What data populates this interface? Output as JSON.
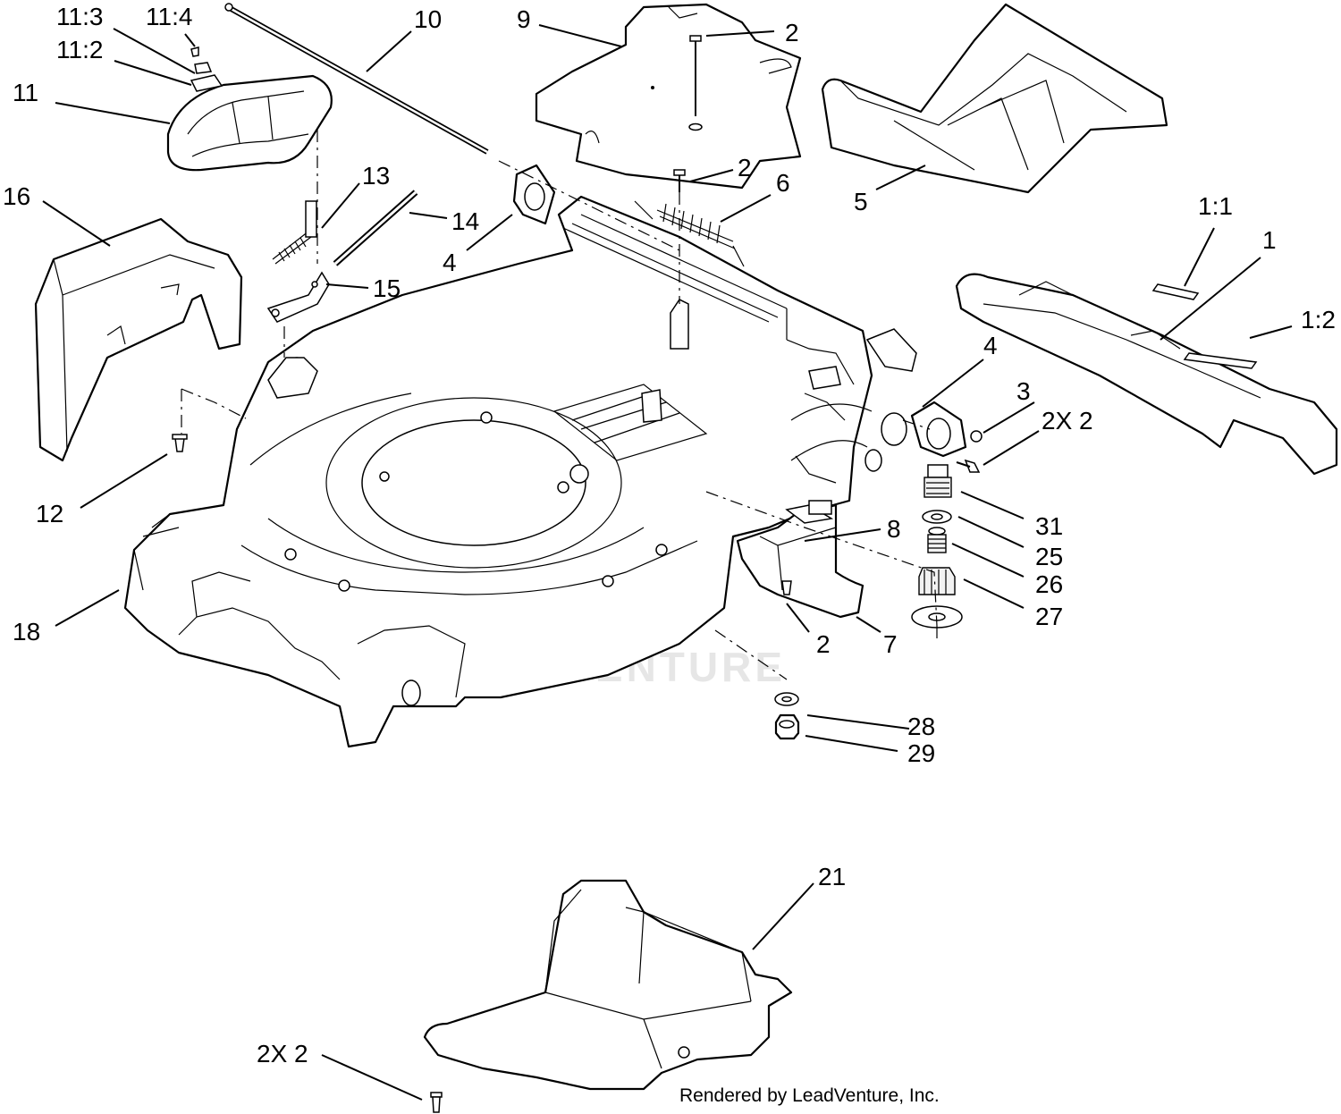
{
  "callouts": [
    {
      "id": "c-11-3",
      "text": "11:3"
    },
    {
      "id": "c-11-4",
      "text": "11:4"
    },
    {
      "id": "c-11-2",
      "text": "11:2"
    },
    {
      "id": "c-11",
      "text": "11"
    },
    {
      "id": "c-10",
      "text": "10"
    },
    {
      "id": "c-9",
      "text": "9"
    },
    {
      "id": "c-2a",
      "text": "2"
    },
    {
      "id": "c-2b",
      "text": "2"
    },
    {
      "id": "c-6",
      "text": "6"
    },
    {
      "id": "c-5",
      "text": "5"
    },
    {
      "id": "c-13",
      "text": "13"
    },
    {
      "id": "c-14",
      "text": "14"
    },
    {
      "id": "c-4a",
      "text": "4"
    },
    {
      "id": "c-16",
      "text": "16"
    },
    {
      "id": "c-15",
      "text": "15"
    },
    {
      "id": "c-1-1",
      "text": "1:1"
    },
    {
      "id": "c-1",
      "text": "1"
    },
    {
      "id": "c-1-2",
      "text": "1:2"
    },
    {
      "id": "c-4b",
      "text": "4"
    },
    {
      "id": "c-3",
      "text": "3"
    },
    {
      "id": "c-2x2a",
      "text": "2X 2"
    },
    {
      "id": "c-12",
      "text": "12"
    },
    {
      "id": "c-31",
      "text": "31"
    },
    {
      "id": "c-8",
      "text": "8"
    },
    {
      "id": "c-25",
      "text": "25"
    },
    {
      "id": "c-26",
      "text": "26"
    },
    {
      "id": "c-27",
      "text": "27"
    },
    {
      "id": "c-18",
      "text": "18"
    },
    {
      "id": "c-2c",
      "text": "2"
    },
    {
      "id": "c-7",
      "text": "7"
    },
    {
      "id": "c-28",
      "text": "28"
    },
    {
      "id": "c-29",
      "text": "29"
    },
    {
      "id": "c-21",
      "text": "21"
    },
    {
      "id": "c-2x2b",
      "text": "2X 2"
    }
  ],
  "watermark": "LEADVENTURE",
  "credit": "Rendered by LeadVenture, Inc."
}
